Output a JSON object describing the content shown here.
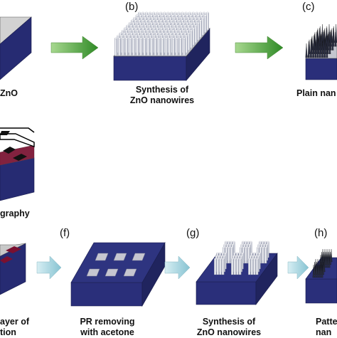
{
  "panels": {
    "b": {
      "label": "(b)",
      "caption": [
        "Synthesis of",
        "ZnO nanowires"
      ]
    },
    "c": {
      "label": "(c)",
      "caption": [
        "Plain nan"
      ]
    },
    "a": {
      "caption": [
        "ZnO"
      ]
    },
    "d": {
      "caption": [
        "graphy"
      ]
    },
    "e": {
      "caption": [
        "ayer of",
        "tion"
      ]
    },
    "f": {
      "label": "(f)",
      "caption": [
        "PR removing",
        "with acetone"
      ]
    },
    "g": {
      "label": "(g)",
      "caption": [
        "Synthesis of",
        "ZnO nanowires"
      ]
    },
    "h": {
      "label": "(h)",
      "caption": [
        "Patte",
        "nan"
      ]
    }
  },
  "colors": {
    "substrate_side": "#2a2f7a",
    "substrate_top": "#c8c8c8",
    "nanowire": "#e6e8f0",
    "arrow_green": "#3f9a2e",
    "arrow_cyan": "#9cd3df",
    "photoresist": "#7a1030"
  }
}
